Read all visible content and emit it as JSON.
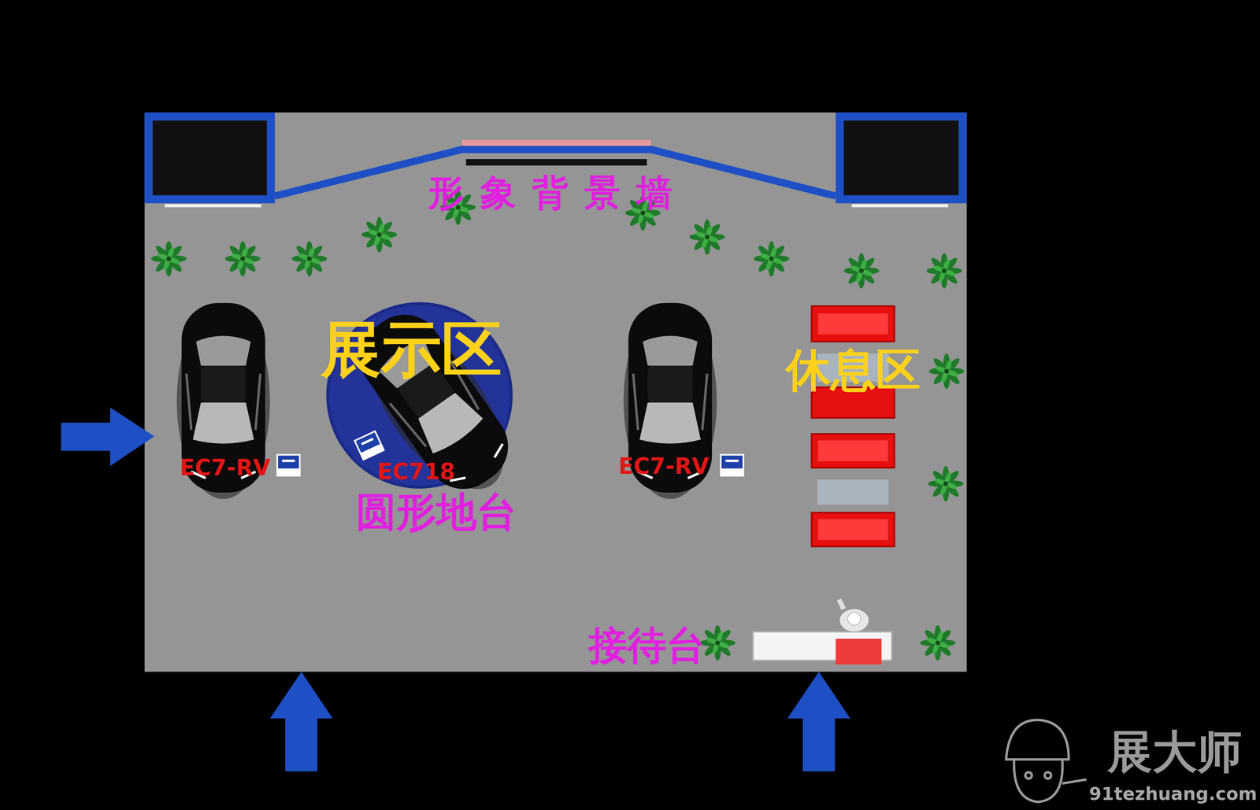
{
  "diagram": {
    "nodes": [
      {
        "text": [
          "形象背景墙"
        ]
      },
      {
        "text": [
          "EC718",
          "圆形地台"
        ]
      },
      {
        "text": [
          "接待台"
        ]
      }
    ],
    "labels": [
      "展示区",
      "休息区",
      "EC7-RV",
      "EC7-RV",
      "展大师",
      "91tezhuang.com"
    ]
  }
}
